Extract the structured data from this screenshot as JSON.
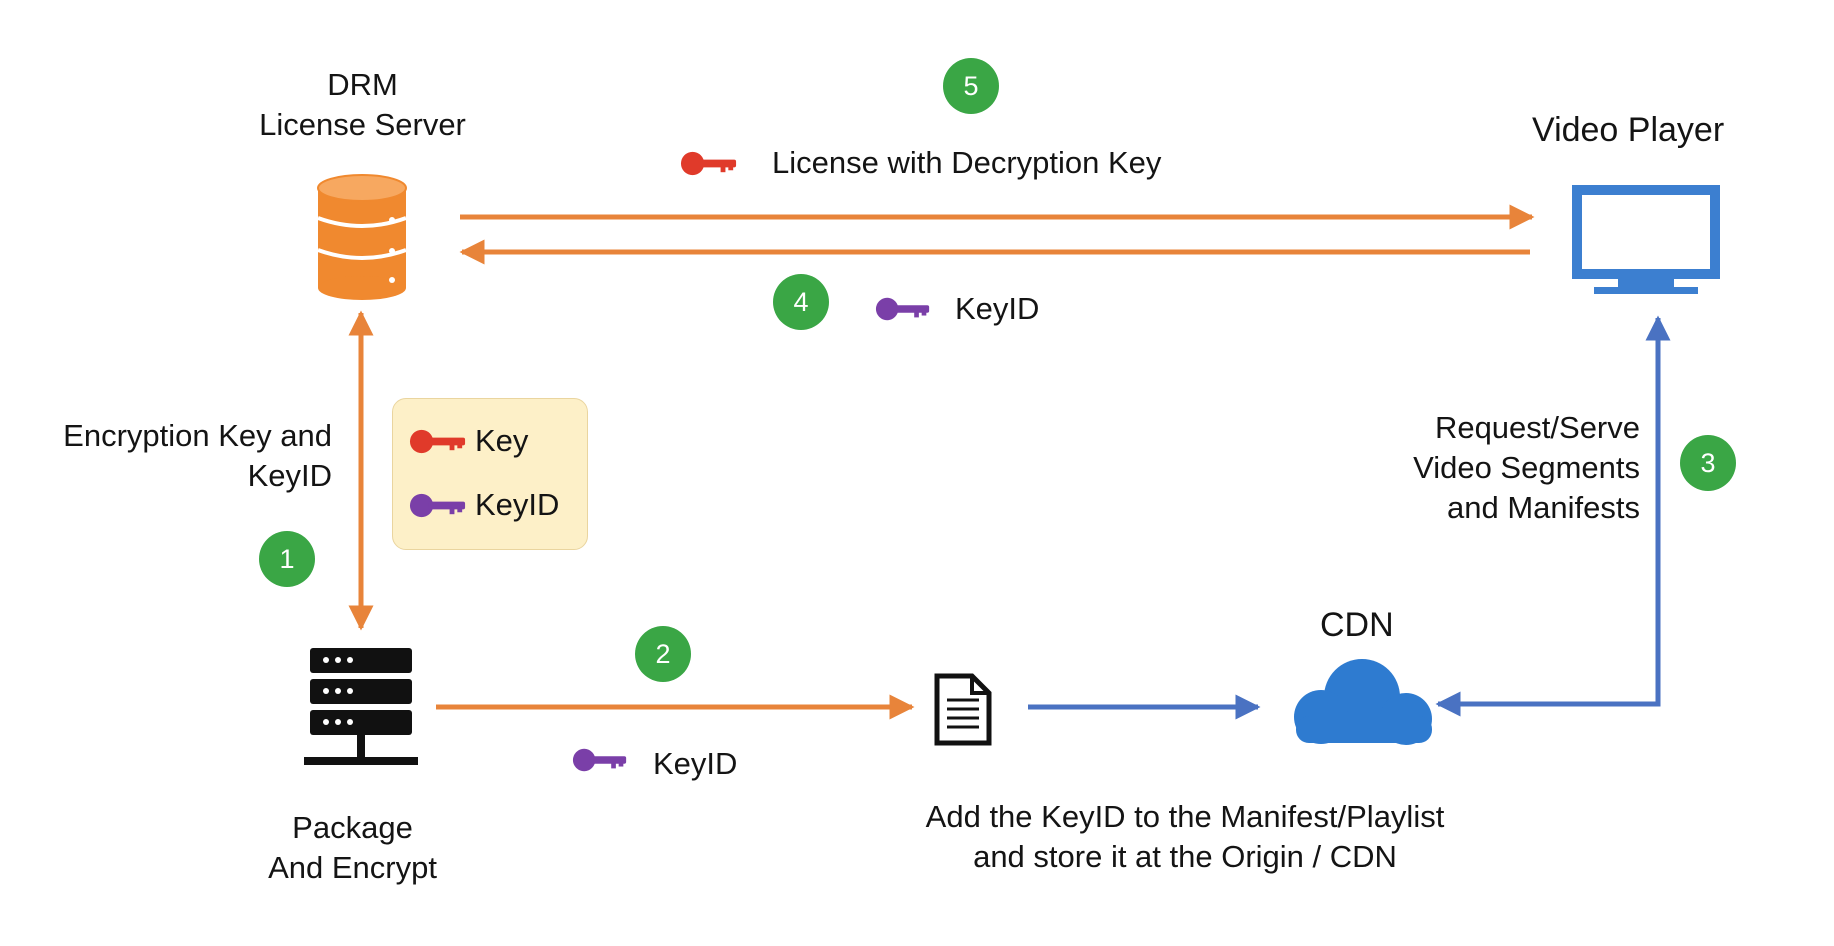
{
  "nodes": {
    "drm_server": {
      "line1": "DRM",
      "line2": "License Server"
    },
    "video_player": {
      "label": "Video Player"
    },
    "packager": {
      "line1": "Package",
      "line2": "And Encrypt"
    },
    "cdn": {
      "label": "CDN"
    }
  },
  "labels": {
    "license_msg": "License with Decryption Key",
    "keyid_to_server": "KeyID",
    "encryption_line1": "Encryption Key and",
    "encryption_line2": "KeyID",
    "keyid_to_manifest": "KeyID",
    "request_line1": "Request/Serve",
    "request_line2": "Video Segments",
    "request_line3": "and Manifests",
    "manifest_line1": "Add the KeyID to the Manifest/Playlist",
    "manifest_line2": "and store it at the Origin / CDN"
  },
  "legend": {
    "key_label": "Key",
    "keyid_label": "KeyID"
  },
  "steps": [
    "1",
    "2",
    "3",
    "4",
    "5"
  ],
  "colors": {
    "orange_flow": "#e8843a",
    "blue_flow": "#4a72c2",
    "badge_green": "#3aa645",
    "key_red": "#e03a2a",
    "keyid_purple": "#7a3fa8",
    "server_orange": "#f0892f",
    "monitor_blue": "#3c7fd0",
    "cloud_blue": "#2e7bd0",
    "legend_bg": "#fdf0c8"
  },
  "icons": [
    "database-icon",
    "server-rack-icon",
    "monitor-icon",
    "cloud-icon",
    "document-icon",
    "key-icon"
  ]
}
